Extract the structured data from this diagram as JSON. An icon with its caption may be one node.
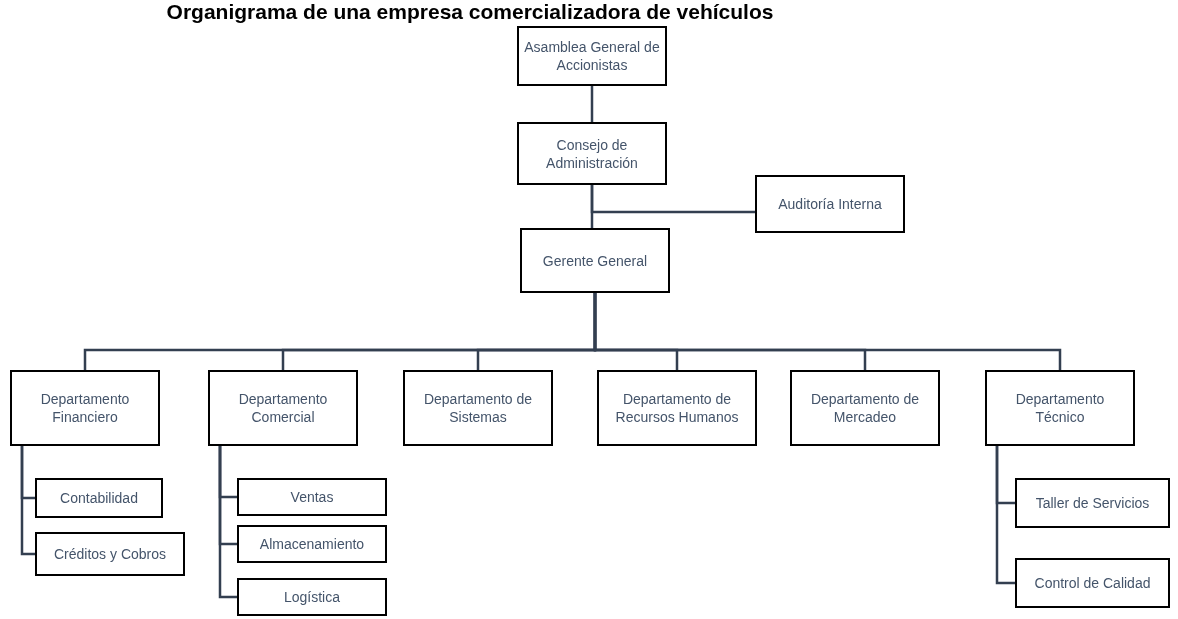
{
  "diagram": {
    "title": "Organigrama de una empresa comercializadora de vehículos",
    "nodes": [
      {
        "text": [
          "Asamblea General de Accionistas"
        ]
      },
      {
        "text": [
          "Consejo de Administración"
        ]
      },
      {
        "text": [
          "Auditoría Interna"
        ]
      },
      {
        "text": [
          "Gerente General"
        ]
      },
      {
        "text": [
          "Departamento Financiero"
        ]
      },
      {
        "text": [
          "Departamento Comercial"
        ]
      },
      {
        "text": [
          "Departamento de Sistemas"
        ]
      },
      {
        "text": [
          "Departamento de Recursos Humanos"
        ]
      },
      {
        "text": [
          "Departamento de Mercadeo"
        ]
      },
      {
        "text": [
          "Departamento Técnico"
        ]
      },
      {
        "text": [
          "Contabilidad"
        ]
      },
      {
        "text": [
          "Créditos y Cobros"
        ]
      },
      {
        "text": [
          "Ventas"
        ]
      },
      {
        "text": [
          "Almacenamiento"
        ]
      },
      {
        "text": [
          "Logística"
        ]
      },
      {
        "text": [
          "Taller de Servicios"
        ]
      },
      {
        "text": [
          "Control de Calidad"
        ]
      }
    ],
    "edges": [
      {
        "from": 0,
        "to": 1,
        "arrow": "none"
      },
      {
        "from": 1,
        "to": 2,
        "arrow": "none"
      },
      {
        "from": 1,
        "to": 3,
        "arrow": "none"
      },
      {
        "from": 3,
        "to": 4,
        "arrow": "none"
      },
      {
        "from": 3,
        "to": 5,
        "arrow": "none"
      },
      {
        "from": 3,
        "to": 6,
        "arrow": "none"
      },
      {
        "from": 3,
        "to": 7,
        "arrow": "none"
      },
      {
        "from": 3,
        "to": 8,
        "arrow": "none"
      },
      {
        "from": 3,
        "to": 9,
        "arrow": "none"
      },
      {
        "from": 4,
        "to": 10,
        "arrow": "none"
      },
      {
        "from": 4,
        "to": 11,
        "arrow": "none"
      },
      {
        "from": 5,
        "to": 12,
        "arrow": "none"
      },
      {
        "from": 5,
        "to": 13,
        "arrow": "none"
      },
      {
        "from": 5,
        "to": 14,
        "arrow": "none"
      },
      {
        "from": 9,
        "to": 15,
        "arrow": "none"
      },
      {
        "from": 9,
        "to": 16,
        "arrow": "none"
      }
    ]
  }
}
